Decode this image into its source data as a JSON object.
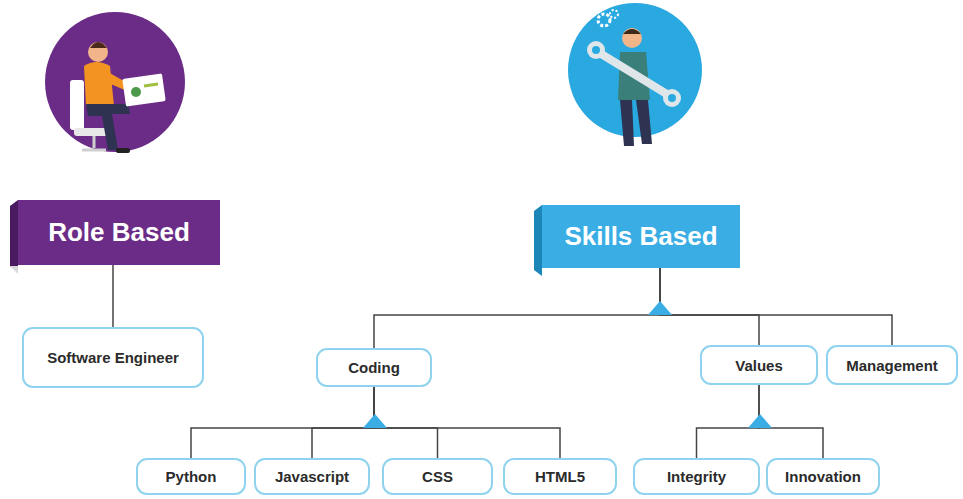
{
  "diagram": {
    "nodes": [
      {
        "text": [
          "Role Based"
        ]
      },
      {
        "text": [
          "Software Engineer"
        ]
      },
      {
        "text": [
          "Skills Based"
        ]
      },
      {
        "text": [
          "Coding"
        ]
      },
      {
        "text": [
          "Values"
        ]
      },
      {
        "text": [
          "Management"
        ]
      },
      {
        "text": [
          "Python"
        ]
      },
      {
        "text": [
          "Javascript"
        ]
      },
      {
        "text": [
          "CSS"
        ]
      },
      {
        "text": [
          "HTML5"
        ]
      },
      {
        "text": [
          "Integrity"
        ]
      },
      {
        "text": [
          "Innovation"
        ]
      }
    ],
    "edges": [
      {
        "from": 0,
        "to": 1,
        "arrow": "none"
      },
      {
        "from": 2,
        "to": 3,
        "arrow": "none"
      },
      {
        "from": 2,
        "to": 4,
        "arrow": "none"
      },
      {
        "from": 2,
        "to": 5,
        "arrow": "none"
      },
      {
        "from": 3,
        "to": 6,
        "arrow": "none"
      },
      {
        "from": 3,
        "to": 7,
        "arrow": "none"
      },
      {
        "from": 3,
        "to": 8,
        "arrow": "none"
      },
      {
        "from": 3,
        "to": 9,
        "arrow": "none"
      },
      {
        "from": 4,
        "to": 10,
        "arrow": "none"
      },
      {
        "from": 4,
        "to": 11,
        "arrow": "none"
      }
    ]
  }
}
